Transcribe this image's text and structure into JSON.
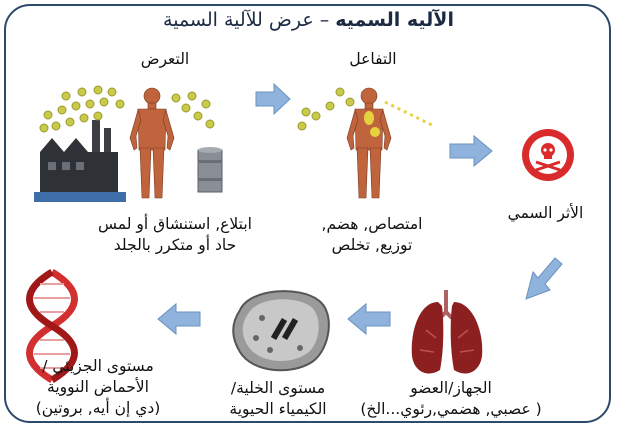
{
  "title": {
    "bold": "الآليه السميه",
    "dash": "–",
    "rest": "عرض للآلية السمية"
  },
  "stages": {
    "exposure": {
      "heading": "التعرض",
      "line1": "ابتلاع, استنشاق أو لمس",
      "line2": "حاد أو متكرر بالجلد"
    },
    "interaction": {
      "heading": "التفاعل",
      "line1": "امتصاص, هضم,",
      "line2": "توزيع, تخلص"
    },
    "toxic_effect": {
      "line1": "الأثر السمي"
    },
    "organ": {
      "line1": "الجهاز/العضو",
      "line2": "( عصبي, هضمي,رئوي...الخ)"
    },
    "cell": {
      "line1": "مستوى الخلية/",
      "line2": "الكيمياء الحيوية"
    },
    "molecular": {
      "line1": "مستوى الجزيئي /",
      "line2": "الأحماض النووية",
      "line3": "(دي إن أيه, بروتين)"
    }
  },
  "colors": {
    "frame": "#2e4a6a",
    "arrow": "#8fb3dc",
    "body": "#c0643e",
    "particle": "#c9c94a",
    "hazard": "#d92b2b",
    "lung": "#8c1f1f",
    "dna": "#d23030",
    "cell": "#9a9a9a"
  }
}
